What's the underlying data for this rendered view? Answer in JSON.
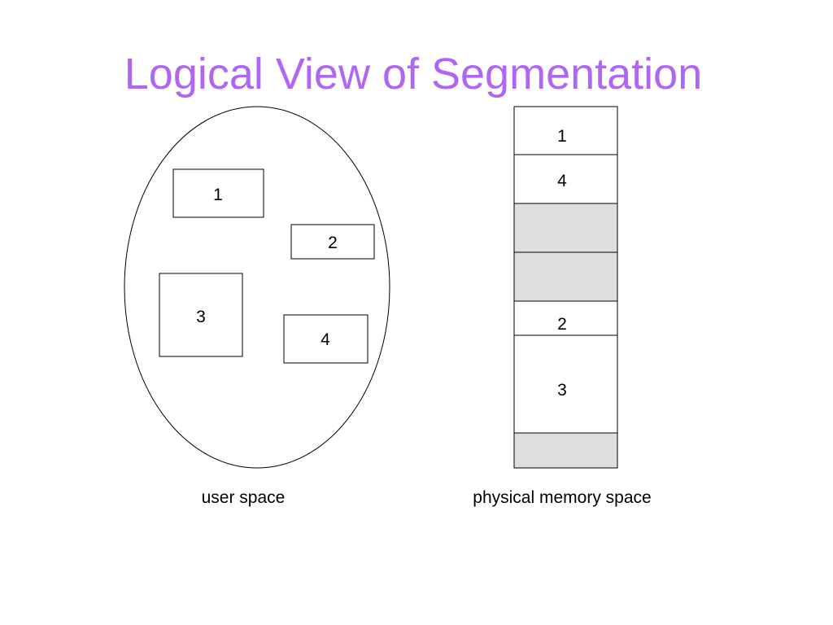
{
  "title": "Logical View of Segmentation",
  "user_space": {
    "caption": "user space",
    "segments": [
      {
        "label": "1"
      },
      {
        "label": "2"
      },
      {
        "label": "3"
      },
      {
        "label": "4"
      }
    ]
  },
  "physical_memory": {
    "caption": "physical memory space",
    "blocks": [
      {
        "label": "1",
        "free": false
      },
      {
        "label": "4",
        "free": false
      },
      {
        "label": "",
        "free": true
      },
      {
        "label": "",
        "free": true
      },
      {
        "label": "2",
        "free": false
      },
      {
        "label": "3",
        "free": false
      },
      {
        "label": "",
        "free": true
      }
    ]
  },
  "colors": {
    "title": "#b066f5",
    "free_block": "#dedede",
    "stroke": "#000000"
  }
}
